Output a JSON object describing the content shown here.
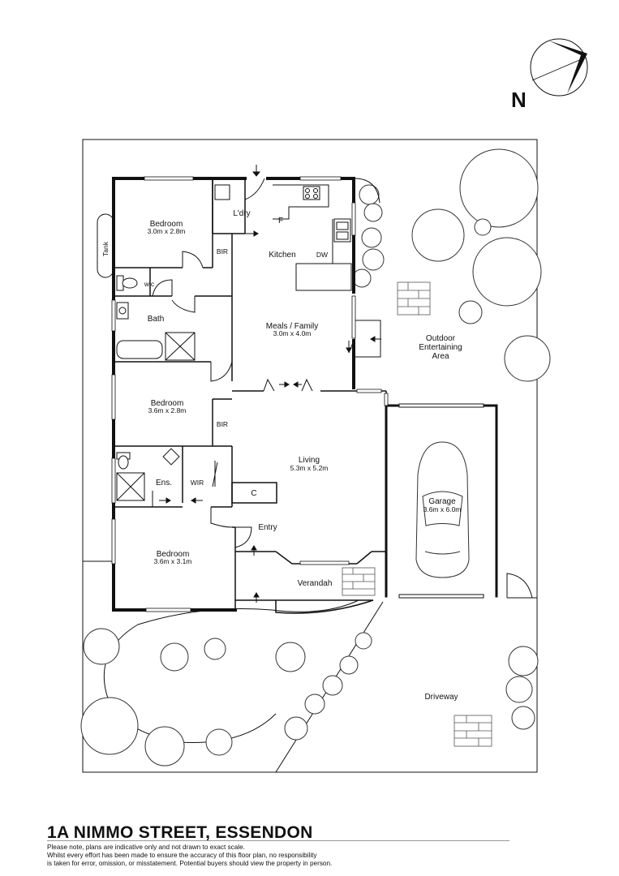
{
  "title": "1A NIMMO STREET, ESSENDON",
  "disclaimer": [
    "Please note, plans are indicative only and not drawn to exact scale.",
    "Whilst every effort has been made to ensure the accuracy of this floor plan, no responsibility",
    "is taken for error, omission, or misstatement. Potential buyers should view the property in person."
  ],
  "compass": {
    "label": "N"
  },
  "rooms": {
    "bedroom_1": {
      "name": "Bedroom",
      "size": "3.0m x 2.8m"
    },
    "laundry": {
      "name": "L'dry"
    },
    "kitchen": {
      "name": "Kitchen"
    },
    "wc": {
      "name": "w.c"
    },
    "bath": {
      "name": "Bath"
    },
    "meals_family": {
      "name": "Meals / Family",
      "size": "3.0m x 4.0m"
    },
    "bedroom_2": {
      "name": "Bedroom",
      "size": "3.6m x 2.8m"
    },
    "living": {
      "name": "Living",
      "size": "5.3m x 5.2m"
    },
    "ensuite": {
      "name": "Ens."
    },
    "wir": {
      "name": "WIR"
    },
    "garage": {
      "name": "Garage",
      "size": "3.6m x 6.0m"
    },
    "entry": {
      "name": "Entry"
    },
    "bedroom_3": {
      "name": "Bedroom",
      "size": "3.6m x 3.1m"
    },
    "verandah": {
      "name": "Verandah"
    },
    "outdoor": {
      "name_line1": "Outdoor",
      "name_line2": "Entertaining",
      "name_line3": "Area"
    },
    "driveway": {
      "name": "Driveway"
    }
  },
  "fixtures": {
    "tank": "Tank",
    "bir_1": "BIR",
    "bir_2": "BIR",
    "fridge": "F",
    "dishwasher": "DW",
    "cupboard": "C"
  }
}
